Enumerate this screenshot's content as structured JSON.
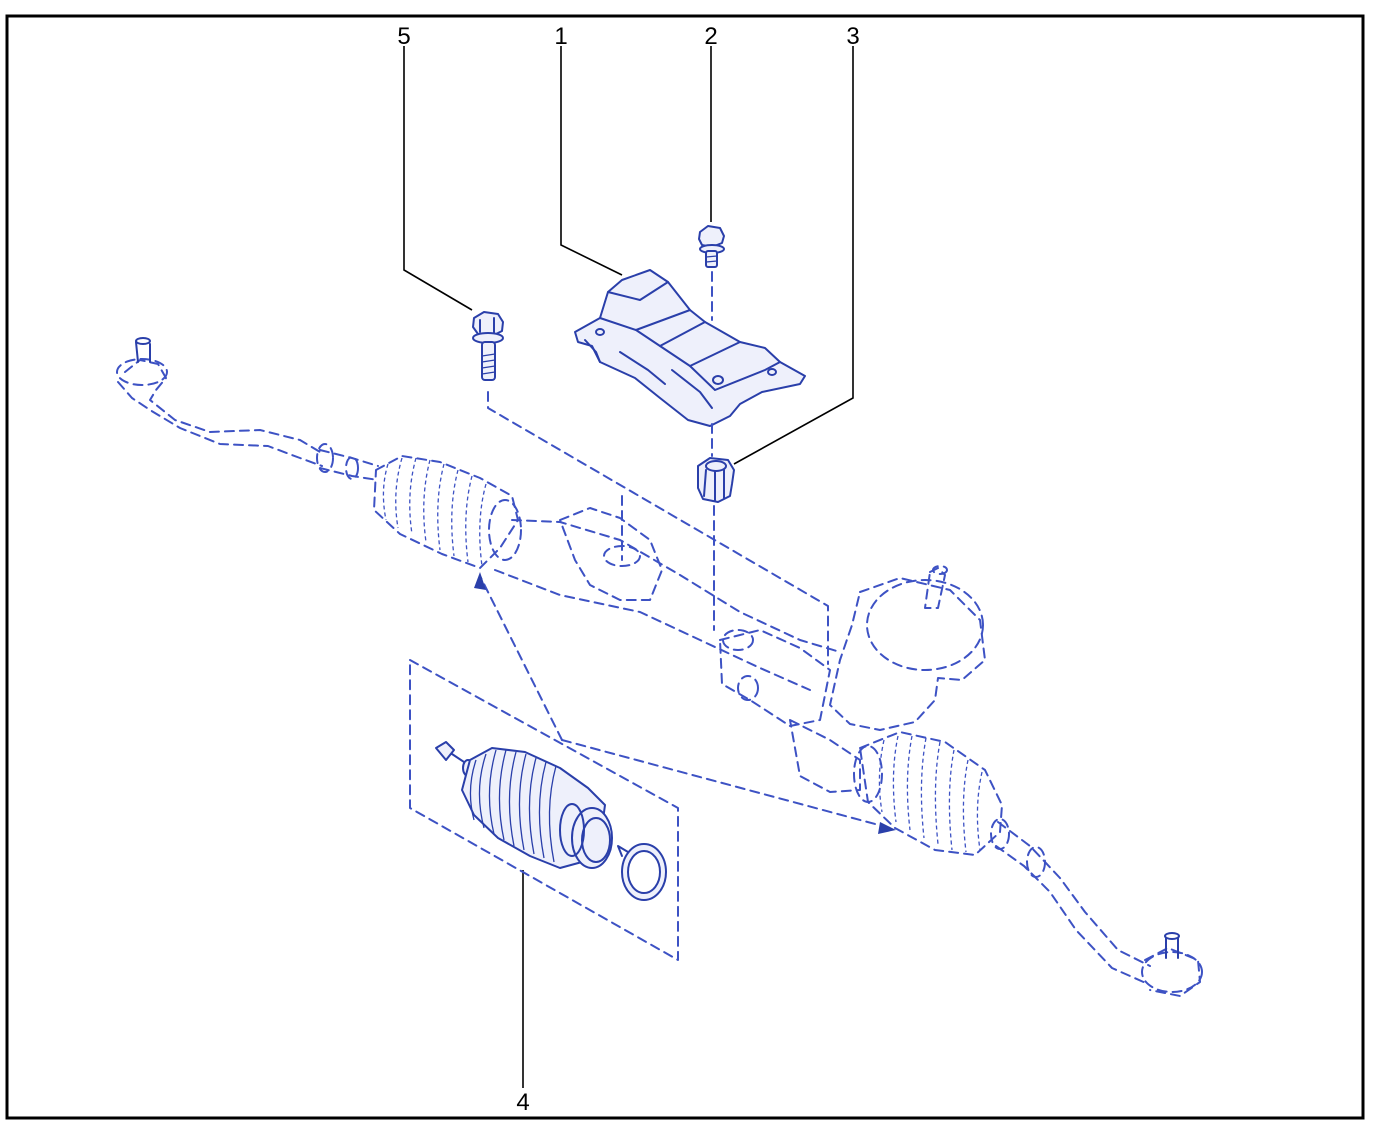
{
  "diagram": {
    "callouts": [
      {
        "id": "1",
        "label": "1"
      },
      {
        "id": "2",
        "label": "2"
      },
      {
        "id": "3",
        "label": "3"
      },
      {
        "id": "4",
        "label": "4"
      },
      {
        "id": "5",
        "label": "5"
      }
    ]
  },
  "colors": {
    "line": "#2a3faa",
    "dashed_line": "#3d52c4",
    "frame": "#000000",
    "part_fill": "#eef0fb"
  }
}
